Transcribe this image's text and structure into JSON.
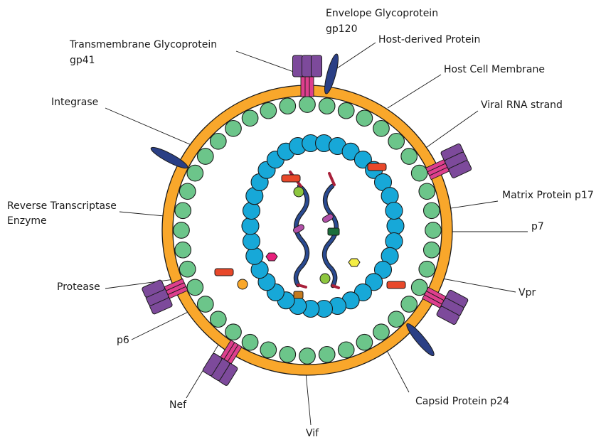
{
  "labels": {
    "gp120_line1": "Envelope Glycoprotein",
    "gp120_line2": "gp120",
    "gp41_line1": "Transmembrane  Glycoprotein",
    "gp41_line2": "gp41",
    "host_protein": "Host-derived Protein",
    "host_membrane": "Host Cell Membrane",
    "integrase": "Integrase",
    "viral_rna": "Viral RNA strand",
    "rt_line1": "Reverse Transcriptase",
    "rt_line2": "Enzyme",
    "matrix": "Matrix Protein p17",
    "p7": "p7",
    "protease": "Protease",
    "vpr": "Vpr",
    "p6": "p6",
    "capsid": "Capsid Protein  p24",
    "nef": "Nef",
    "vif": "Vif"
  },
  "colors": {
    "membrane": "#f9a72b",
    "matrix_bead": "#6cc58a",
    "capsid_bead": "#17a8d8",
    "glycoprotein_head": "#7d4a9b",
    "glycoprotein_stem": "#dd3f8d",
    "host_protein": "#2a3f85",
    "rna": "#2a4a90",
    "rna_tip": "#a8203a",
    "protease": "#e8482a",
    "integrase": "#8dc63f",
    "reverse_transcriptase": "#b250a8",
    "p7": "#1b6e3b",
    "vpr": "#f4ee45",
    "p6": "#f9a72b",
    "nef": "#e7207b",
    "vif": "#c57a1e",
    "outline": "#1a1a1a"
  }
}
